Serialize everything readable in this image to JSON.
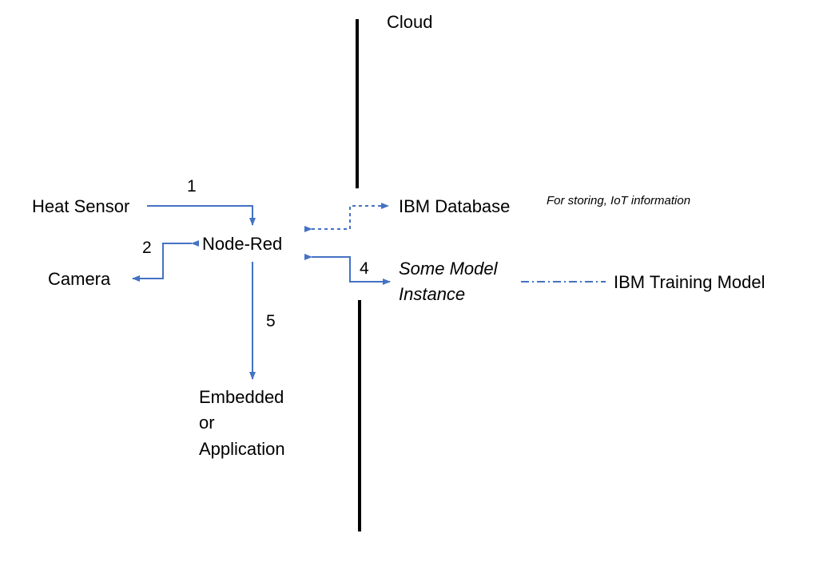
{
  "labels": {
    "cloud": "Cloud",
    "heat_sensor": "Heat Sensor",
    "node_red": "Node-Red",
    "camera": "Camera",
    "ibm_database": "IBM Database",
    "database_note": "For storing, IoT information",
    "model_instance_line1": "Some Model",
    "model_instance_line2": "Instance",
    "ibm_training_model": "IBM Training Model",
    "output_line1": "Embedded",
    "output_line2": "or",
    "output_line3": "Application"
  },
  "step_numbers": {
    "heat_to_nodered": "1",
    "camera_link": "2",
    "model_link": "4",
    "output_link": "5"
  },
  "colors": {
    "arrow": "#4472C4",
    "boundary": "#000000"
  }
}
